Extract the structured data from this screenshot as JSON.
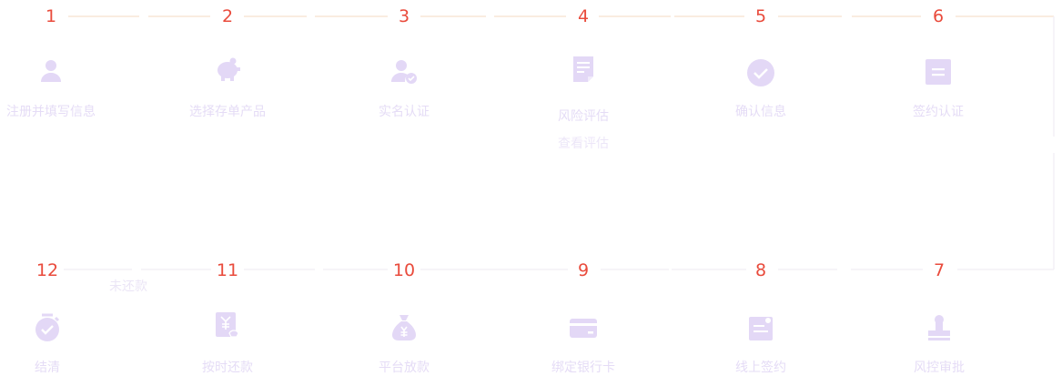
{
  "diagram": {
    "colors": {
      "number": "#e94b3c",
      "icon": "#e3d8f6",
      "label": "#e5dcf6",
      "connector": "#f8e9dc"
    },
    "steps": [
      {
        "number": "1",
        "label": "注册并填写信息",
        "sublabel": "",
        "icon": "user-icon"
      },
      {
        "number": "2",
        "label": "选择存单产品",
        "sublabel": "",
        "icon": "piggy-bank-icon"
      },
      {
        "number": "3",
        "label": "实名认证",
        "sublabel": "",
        "icon": "user-verified-icon"
      },
      {
        "number": "4",
        "label": "风险评估",
        "sublabel": "查看评估",
        "icon": "document-icon"
      },
      {
        "number": "5",
        "label": "确认信息",
        "sublabel": "",
        "icon": "check-circle-icon"
      },
      {
        "number": "6",
        "label": "签约认证",
        "sublabel": "",
        "icon": "contract-icon"
      },
      {
        "number": "7",
        "label": "风控审批",
        "sublabel": "",
        "icon": "stamp-icon"
      },
      {
        "number": "8",
        "label": "线上签约",
        "sublabel": "",
        "icon": "sign-icon"
      },
      {
        "number": "9",
        "label": "绑定银行卡",
        "sublabel": "",
        "icon": "bank-card-icon"
      },
      {
        "number": "10",
        "label": "平台放款",
        "sublabel": "",
        "icon": "money-bag-icon"
      },
      {
        "number": "11",
        "label": "按时还款",
        "sublabel": "",
        "icon": "repayment-icon"
      },
      {
        "number": "12",
        "label": "结清",
        "sublabel": "",
        "icon": "timer-check-icon"
      }
    ],
    "side_note": "未还款"
  }
}
